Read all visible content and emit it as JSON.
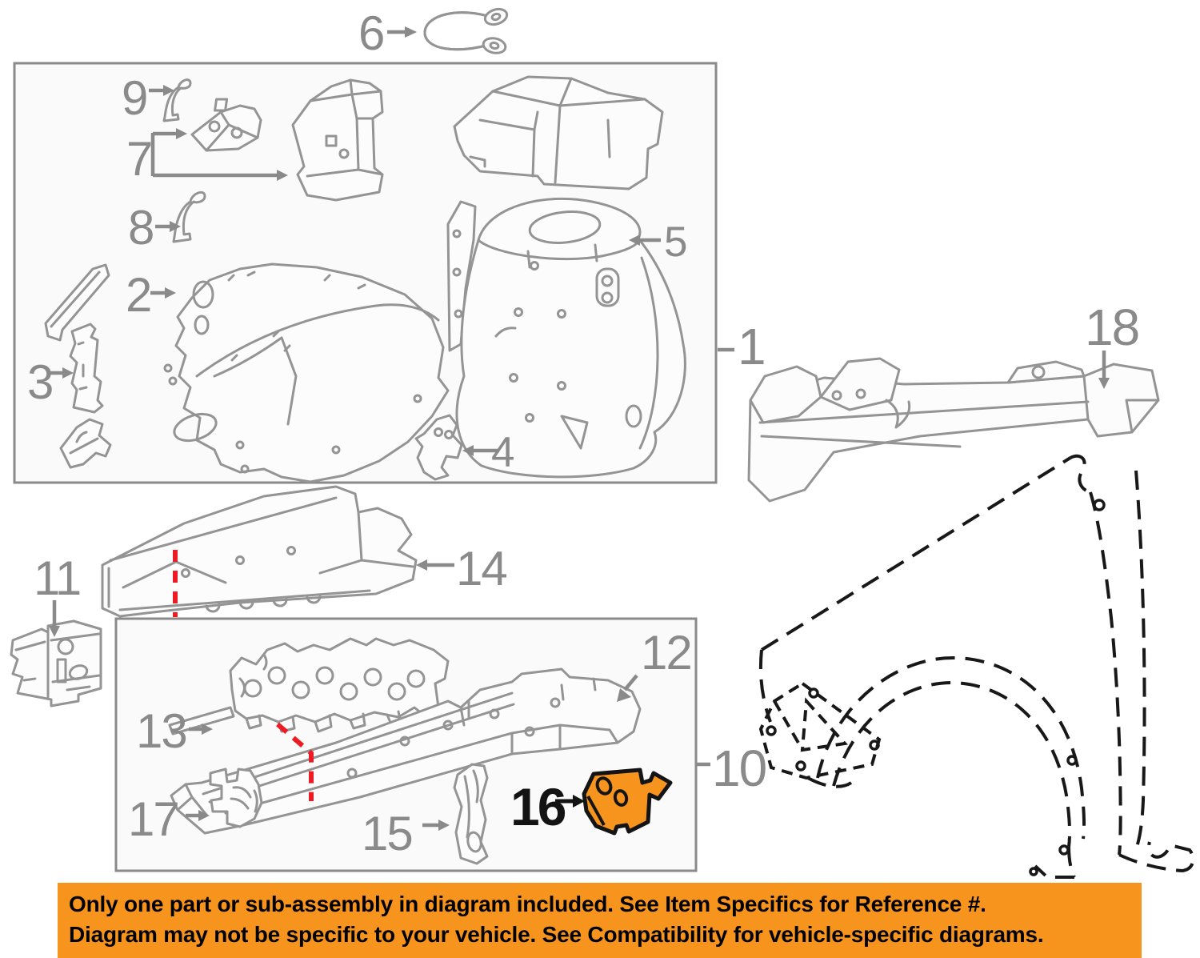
{
  "title": "OEM front fender apron and structural components parts diagram",
  "callouts": {
    "1": "1",
    "2": "2",
    "3": "3",
    "4": "4",
    "5": "5",
    "6": "6",
    "7": "7",
    "8": "8",
    "9": "9",
    "10": "10",
    "11": "11",
    "12": "12",
    "13": "13",
    "14": "14",
    "15": "15",
    "16": "16",
    "17": "17",
    "18": "18"
  },
  "highlight": {
    "part_ref": "16"
  },
  "banner": {
    "line1": "Only one part or sub-assembly in diagram included. See Item Specifics for Reference #.",
    "line2": "Diagram may not be specific to your vehicle. See Compatibility for vehicle-specific diagrams."
  },
  "colors": {
    "highlight_orange": "#F7941E",
    "banner_orange": "#F7941D",
    "red_dash": "#EC1C24",
    "line_gray": "#949494",
    "label_gray": "#8A8A8A",
    "outline_black": "#141414"
  }
}
